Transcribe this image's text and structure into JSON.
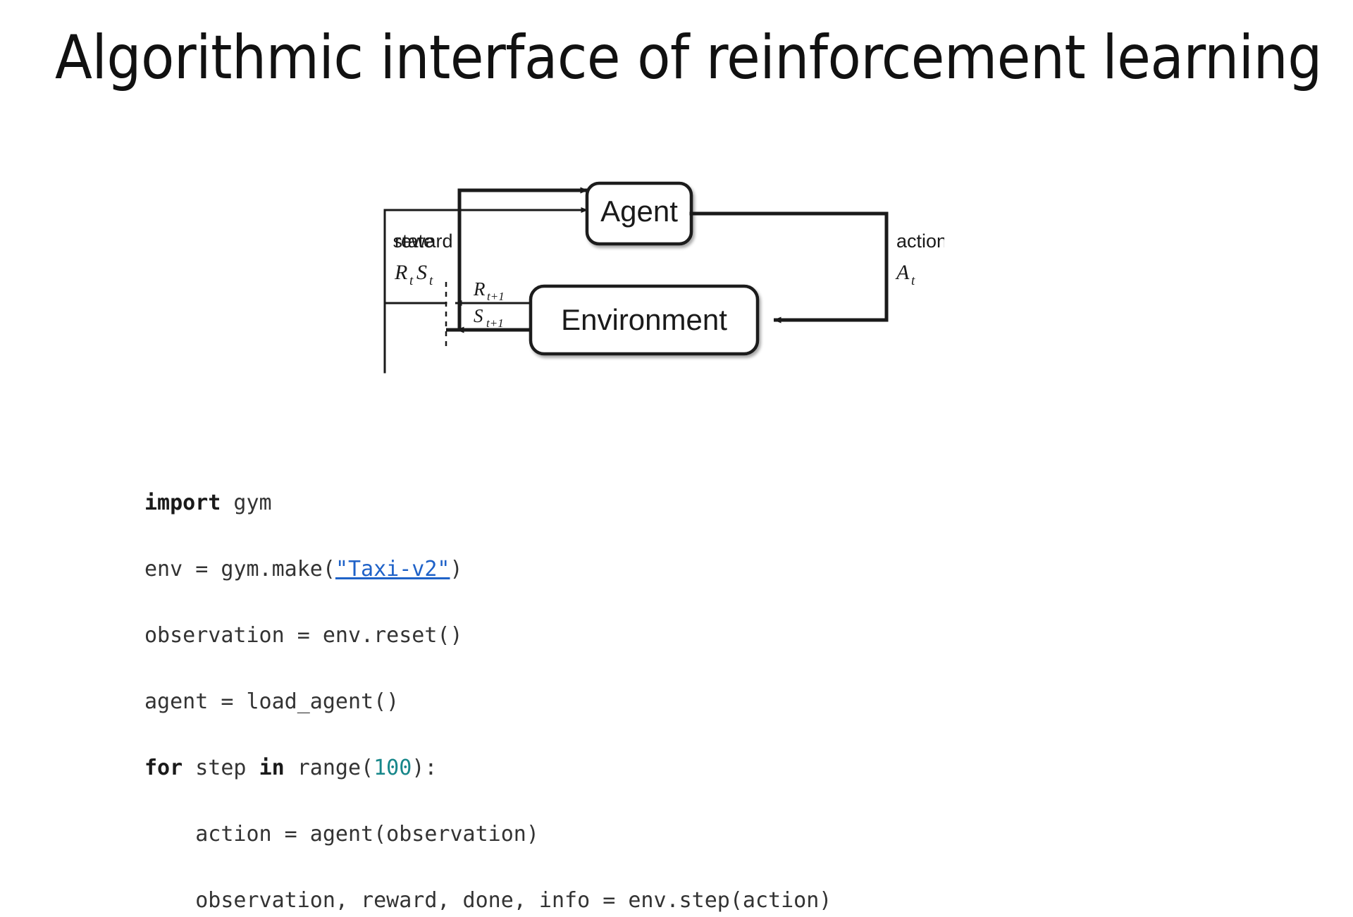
{
  "slide": {
    "title": "Algorithmic interface of reinforcement learning",
    "background_color": "#ffffff"
  },
  "diagram": {
    "name": "agent-environment-interaction-loop",
    "nodes": {
      "agent": "Agent",
      "environment": "Environment"
    },
    "edge_labels": {
      "state_word": "state",
      "state_symbol": "S",
      "state_subscript": "t",
      "reward_word": "reward",
      "reward_symbol": "R",
      "reward_subscript": "t",
      "action_word": "action",
      "action_symbol": "A",
      "action_subscript": "t",
      "next_reward_symbol": "R",
      "next_reward_subscript": "t+1",
      "next_state_symbol": "S",
      "next_state_subscript": "t+1"
    },
    "stroke_color": "#1a1a1a",
    "box_fill": "#ffffff"
  },
  "code": {
    "language": "python",
    "keyword_color": "#1a1a1a",
    "number_color": "#17878a",
    "link_color": "#1f62c8",
    "text_color": "#333333",
    "lines": [
      {
        "id": "line-1",
        "tokens": [
          {
            "t": "import",
            "k": "kw"
          },
          {
            "t": " gym",
            "k": "plain"
          }
        ]
      },
      {
        "id": "line-2",
        "tokens": [
          {
            "t": "env = gym.make(",
            "k": "plain"
          },
          {
            "t": "\"Taxi-v2\"",
            "k": "link"
          },
          {
            "t": ")",
            "k": "plain"
          }
        ]
      },
      {
        "id": "line-3",
        "tokens": [
          {
            "t": "observation = env.reset()",
            "k": "plain"
          }
        ]
      },
      {
        "id": "line-4",
        "tokens": [
          {
            "t": "agent = load_agent()",
            "k": "plain"
          }
        ]
      },
      {
        "id": "line-5",
        "tokens": [
          {
            "t": "for",
            "k": "kw"
          },
          {
            "t": " step ",
            "k": "plain"
          },
          {
            "t": "in",
            "k": "kw"
          },
          {
            "t": " range(",
            "k": "plain"
          },
          {
            "t": "100",
            "k": "num"
          },
          {
            "t": "):",
            "k": "plain"
          }
        ]
      },
      {
        "id": "line-6",
        "tokens": [
          {
            "t": "    action = agent(observation)",
            "k": "plain"
          }
        ]
      },
      {
        "id": "line-7",
        "tokens": [
          {
            "t": "    observation, reward, done, info = env.step(action)",
            "k": "plain"
          }
        ]
      }
    ]
  }
}
